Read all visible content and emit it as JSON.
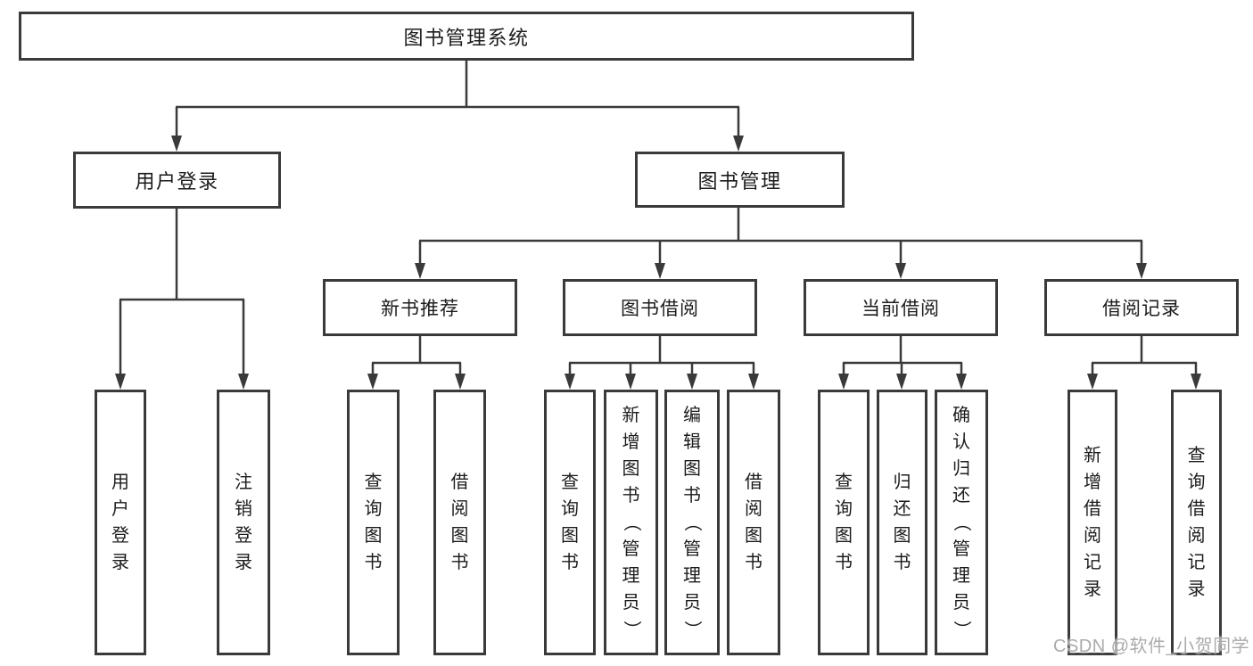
{
  "diagram": {
    "title_node": "图书管理系统",
    "root": {
      "label": "图书管理系统"
    },
    "branches": [
      {
        "label": "用户登录",
        "children": [
          {
            "label": "用户登录"
          },
          {
            "label": "注销登录"
          }
        ]
      },
      {
        "label": "图书管理",
        "groups": [
          {
            "label": "新书推荐",
            "children": [
              {
                "label": "查询图书"
              },
              {
                "label": "借阅图书"
              }
            ]
          },
          {
            "label": "图书借阅",
            "children": [
              {
                "label": "查询图书"
              },
              {
                "label": "新增图书（管理员）"
              },
              {
                "label": "编辑图书（管理员）"
              },
              {
                "label": "借阅图书"
              }
            ]
          },
          {
            "label": "当前借阅",
            "children": [
              {
                "label": "查询图书"
              },
              {
                "label": "归还图书"
              },
              {
                "label": "确认归还（管理员）"
              }
            ]
          },
          {
            "label": "借阅记录",
            "children": [
              {
                "label": "新增借阅记录"
              },
              {
                "label": "查询借阅记录"
              }
            ]
          }
        ]
      }
    ]
  },
  "watermark": {
    "text": "CSDN @软件_小贺同学"
  },
  "colors": {
    "line": "#3a3a3a",
    "text": "#1c1c1c",
    "watermark": "#ababab",
    "box_fill": "#ffffff"
  }
}
